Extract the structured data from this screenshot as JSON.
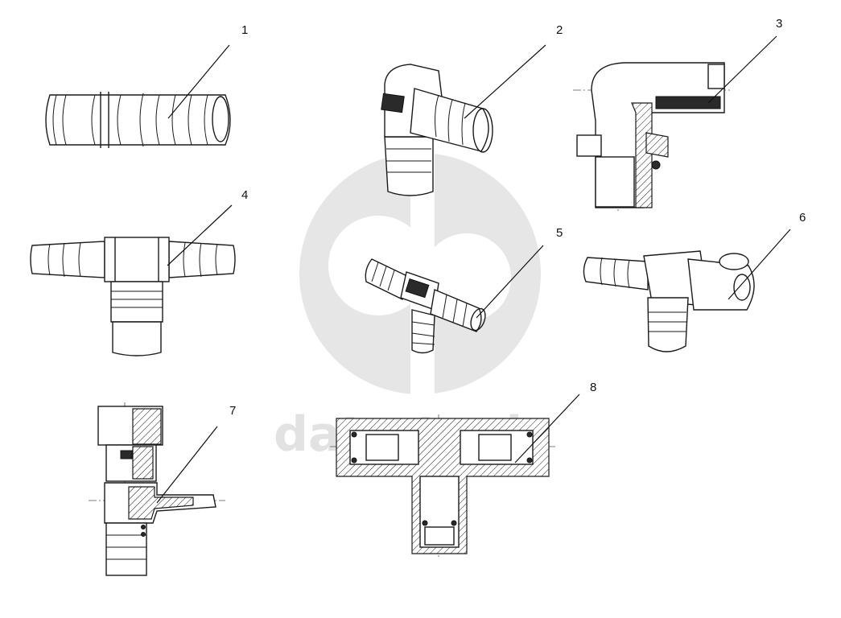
{
  "watermark": {
    "text": "data-tools",
    "color": "#e2e2e2"
  },
  "callouts": [
    {
      "id": "1",
      "label": "1"
    },
    {
      "id": "2",
      "label": "2"
    },
    {
      "id": "3",
      "label": "3"
    },
    {
      "id": "4",
      "label": "4"
    },
    {
      "id": "5",
      "label": "5"
    },
    {
      "id": "6",
      "label": "6"
    },
    {
      "id": "7",
      "label": "7"
    },
    {
      "id": "8",
      "label": "8"
    }
  ]
}
